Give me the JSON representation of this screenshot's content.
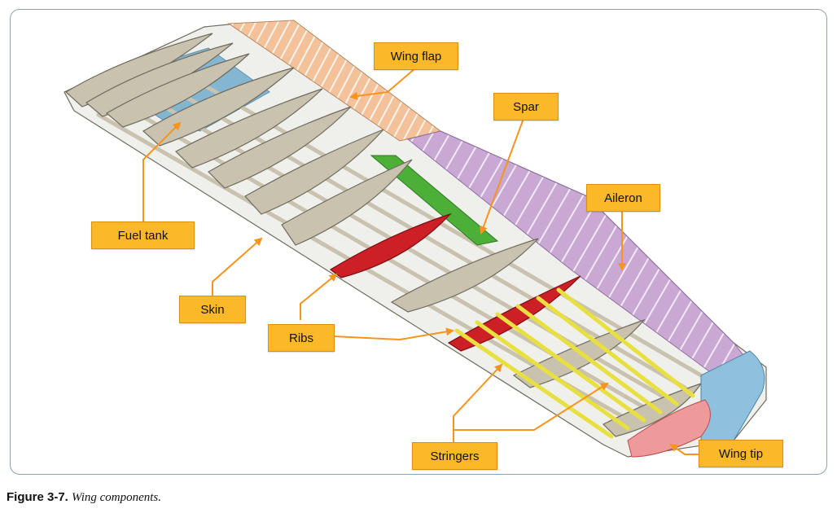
{
  "figure": {
    "labels": {
      "wing_flap": "Wing flap",
      "spar": "Spar",
      "aileron": "Aileron",
      "fuel_tank": "Fuel tank",
      "skin": "Skin",
      "ribs": "Ribs",
      "stringers": "Stringers",
      "wing_tip": "Wing tip"
    },
    "caption": {
      "number": "Figure 3-7.",
      "title": "Wing components."
    }
  },
  "colors": {
    "callout": "#fbb829",
    "leader": "#f7941d",
    "rib_beige": "#c8c2ae",
    "rib_red": "#cc1f26",
    "spar_green": "#4caf37",
    "stringer_yellow": "#e8e040",
    "fuel_tank": "#5aa0c6",
    "flap": "#f3c29a",
    "aileron": "#c9a8d4",
    "wing_tip_blue": "#8fc1df",
    "wing_tip_pink": "#ee9a9a",
    "frame_border": "#8aa2b4"
  }
}
